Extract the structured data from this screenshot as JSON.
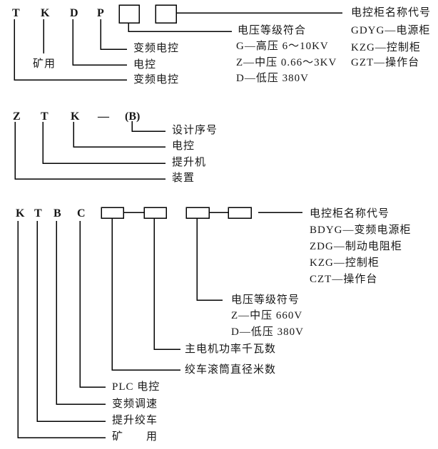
{
  "colors": {
    "background": "#ffffff",
    "line": "#000000",
    "text": "#171717"
  },
  "section_tkdp": {
    "letters": [
      "T",
      "K",
      "D",
      "P"
    ],
    "letter_labels": {
      "t": "变频电控",
      "k": "矿用",
      "d": "电控",
      "p": "变频电控"
    },
    "voltage_group": {
      "title": "电压等级符合",
      "items": [
        "G—高压 6～10KV",
        "Z—中压 0.66～3KV",
        "D—低压 380V"
      ]
    },
    "cabinet_group": {
      "title": "电控柜名称代号",
      "items": [
        "GDYG—电源柜",
        "KZG—控制柜",
        "GZT—操作台"
      ]
    }
  },
  "section_ztk": {
    "letters": [
      "Z",
      "T",
      "K",
      "—",
      "(B)"
    ],
    "letter_labels": {
      "b": "设计序号",
      "k": "电控",
      "t": "提升机",
      "z": "装置"
    }
  },
  "section_ktbc": {
    "letters": [
      "K",
      "T",
      "B",
      "C"
    ],
    "cabinet_group": {
      "title": "电控柜名称代号",
      "items": [
        "BDYG—变频电源柜",
        "ZDG—制动电阻柜",
        "KZG—控制柜",
        "CZT—操作台"
      ]
    },
    "voltage_group": {
      "title": "电压等级符号",
      "items": [
        "Z—中压 660V",
        "D—低压 380V"
      ]
    },
    "box_labels": {
      "motor_power": "主电机功率千瓦数",
      "drum_diameter": "绞车滚筒直径米数"
    },
    "letter_labels": {
      "c": "PLC 电控",
      "b": "变频调速",
      "t": "提升绞车",
      "k": "矿　　用"
    }
  }
}
